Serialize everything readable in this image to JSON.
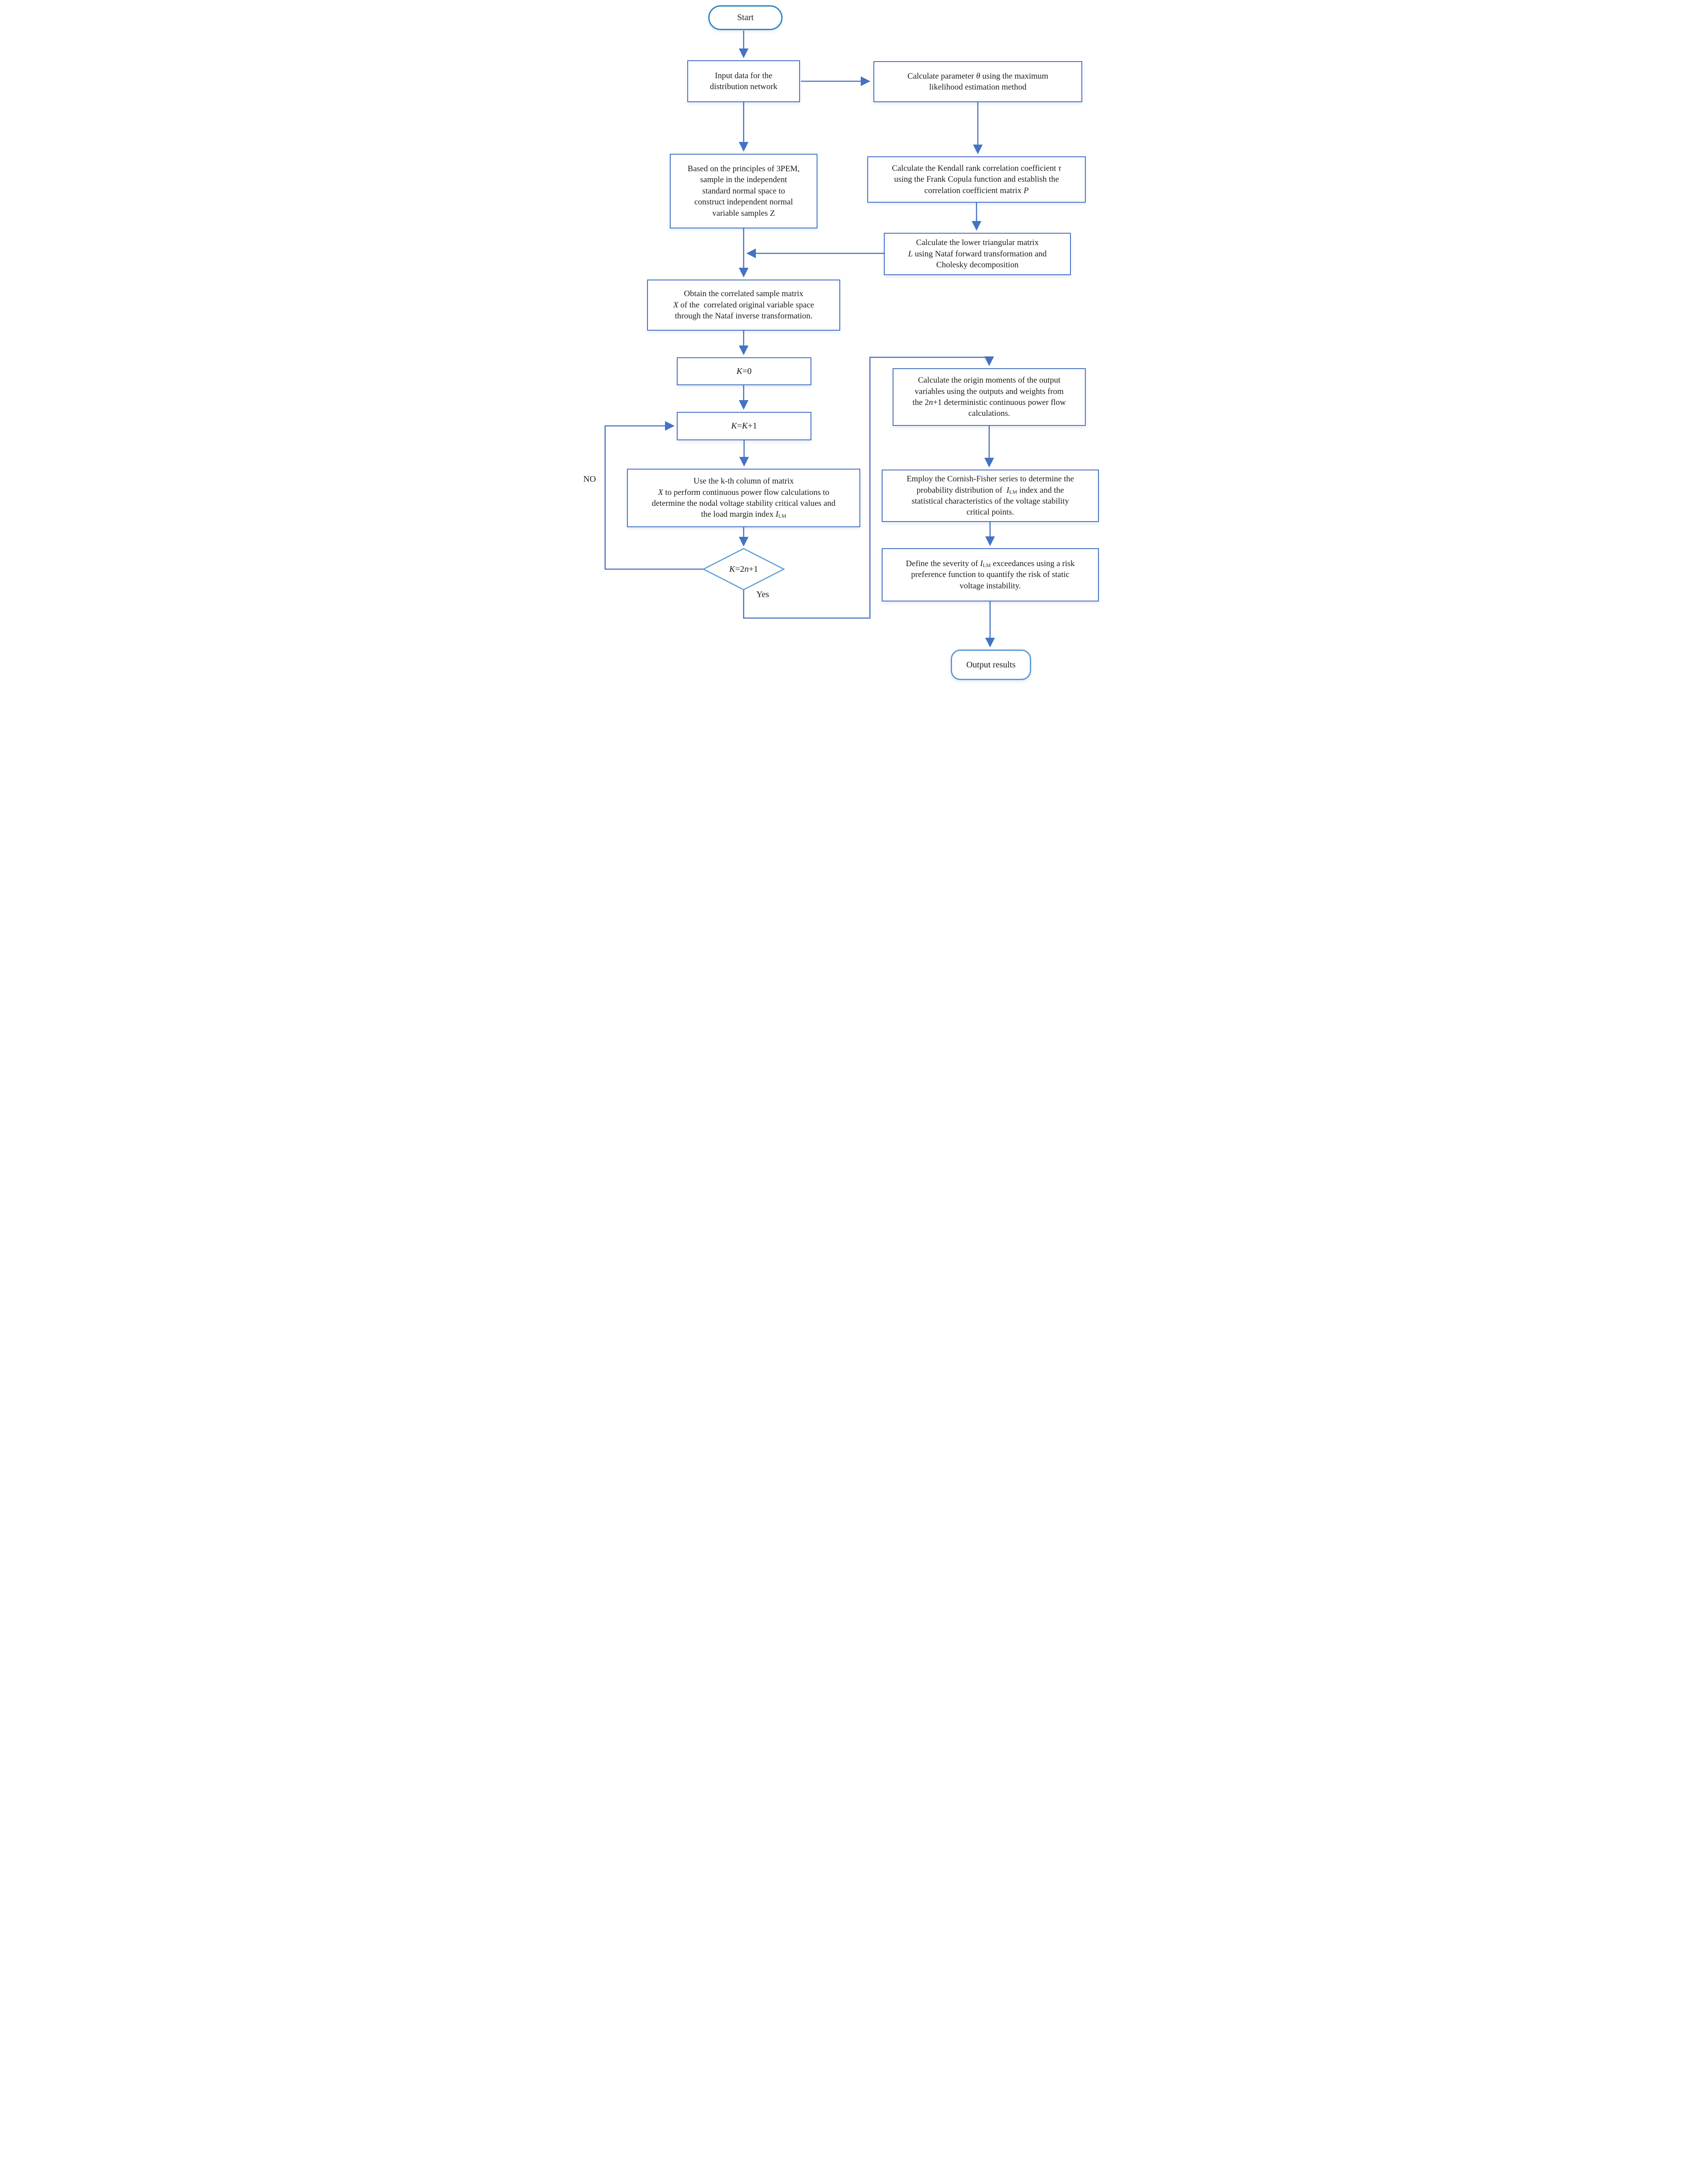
{
  "diagram": {
    "type": "flowchart",
    "colors": {
      "process_border": "#4472c4",
      "terminal_border": "#2e86c4",
      "output_terminal_border": "#5b9bd5",
      "decision_border": "#5b9bd5",
      "arrow": "#4472c4",
      "text": "#1c1c1c",
      "background": "#ffffff"
    },
    "nodes": {
      "start": {
        "shape": "terminal",
        "label_html": "Start"
      },
      "input_data": {
        "shape": "process",
        "label_html": "Input data for the<br>distribution network"
      },
      "mle": {
        "shape": "process",
        "label_html": "Calculate parameter <i>&theta;</i> using the maximum<br>likelihood estimation method"
      },
      "pem_sampling": {
        "shape": "process",
        "label_html": "Based on the principles of 3PEM,<br>sample in the independent<br>standard normal space to<br>construct independent normal<br>variable samples Z"
      },
      "kendall": {
        "shape": "process",
        "label_html": "Calculate the Kendall rank correlation coefficient <i>&tau;</i><br>using the Frank Copula function and establish the<br>correlation coefficient matrix <i>P</i>"
      },
      "cholesky": {
        "shape": "process",
        "label_html": "Calculate the lower triangular matrix<br><i>L</i> using Nataf forward transformation and<br>Cholesky decomposition"
      },
      "nataf_inverse": {
        "shape": "process",
        "label_html": "Obtain the correlated sample matrix<br><i>X</i> of the&nbsp; correlated original variable space<br>through the Nataf inverse transformation."
      },
      "k_zero": {
        "shape": "process",
        "label_html": "<i>K</i>=0"
      },
      "k_increment": {
        "shape": "process",
        "label_html": "<i>K</i>=<i>K</i>+1"
      },
      "cpf": {
        "shape": "process",
        "label_html": "Use the k-th column of matrix<br><i>X</i> to perform continuous power flow calculations to<br>determine the nodal voltage stability critical values and<br>the load margin index <i>I</i><sub>LM</sub>"
      },
      "decision": {
        "shape": "decision",
        "label_html": "<i>K</i>=2<i>n</i>+1"
      },
      "moments": {
        "shape": "process",
        "label_html": "Calculate the origin moments of the output<br>variables using the outputs and weights from<br>the 2<i>n</i>+1 deterministic continuous power flow<br>calculations."
      },
      "cornish_fisher": {
        "shape": "process",
        "label_html": "Employ the Cornish-Fisher series to determine the<br>probability distribution of&nbsp; <i>I</i><sub>LM</sub> index and the<br>statistical characteristics of the voltage stability<br>critical points."
      },
      "severity": {
        "shape": "process",
        "label_html": "Define the severity of <i>I</i><sub>LM</sub> exceedances using a risk<br>preference function to quantify the risk of static<br>voltage instability."
      },
      "output_results": {
        "shape": "terminal",
        "label_html": "Output results"
      }
    },
    "branch_labels": {
      "no": "NO",
      "yes": "Yes"
    },
    "edges": [
      {
        "from": "start",
        "to": "input_data"
      },
      {
        "from": "input_data",
        "to": "mle"
      },
      {
        "from": "input_data",
        "to": "pem_sampling"
      },
      {
        "from": "mle",
        "to": "kendall"
      },
      {
        "from": "kendall",
        "to": "cholesky"
      },
      {
        "from": "cholesky",
        "to": "nataf_inverse"
      },
      {
        "from": "pem_sampling",
        "to": "nataf_inverse"
      },
      {
        "from": "nataf_inverse",
        "to": "k_zero"
      },
      {
        "from": "k_zero",
        "to": "k_increment"
      },
      {
        "from": "k_increment",
        "to": "cpf"
      },
      {
        "from": "cpf",
        "to": "decision"
      },
      {
        "from": "decision",
        "to": "k_increment",
        "label": "NO"
      },
      {
        "from": "decision",
        "to": "moments",
        "label": "Yes"
      },
      {
        "from": "moments",
        "to": "cornish_fisher"
      },
      {
        "from": "cornish_fisher",
        "to": "severity"
      },
      {
        "from": "severity",
        "to": "output_results"
      }
    ]
  }
}
